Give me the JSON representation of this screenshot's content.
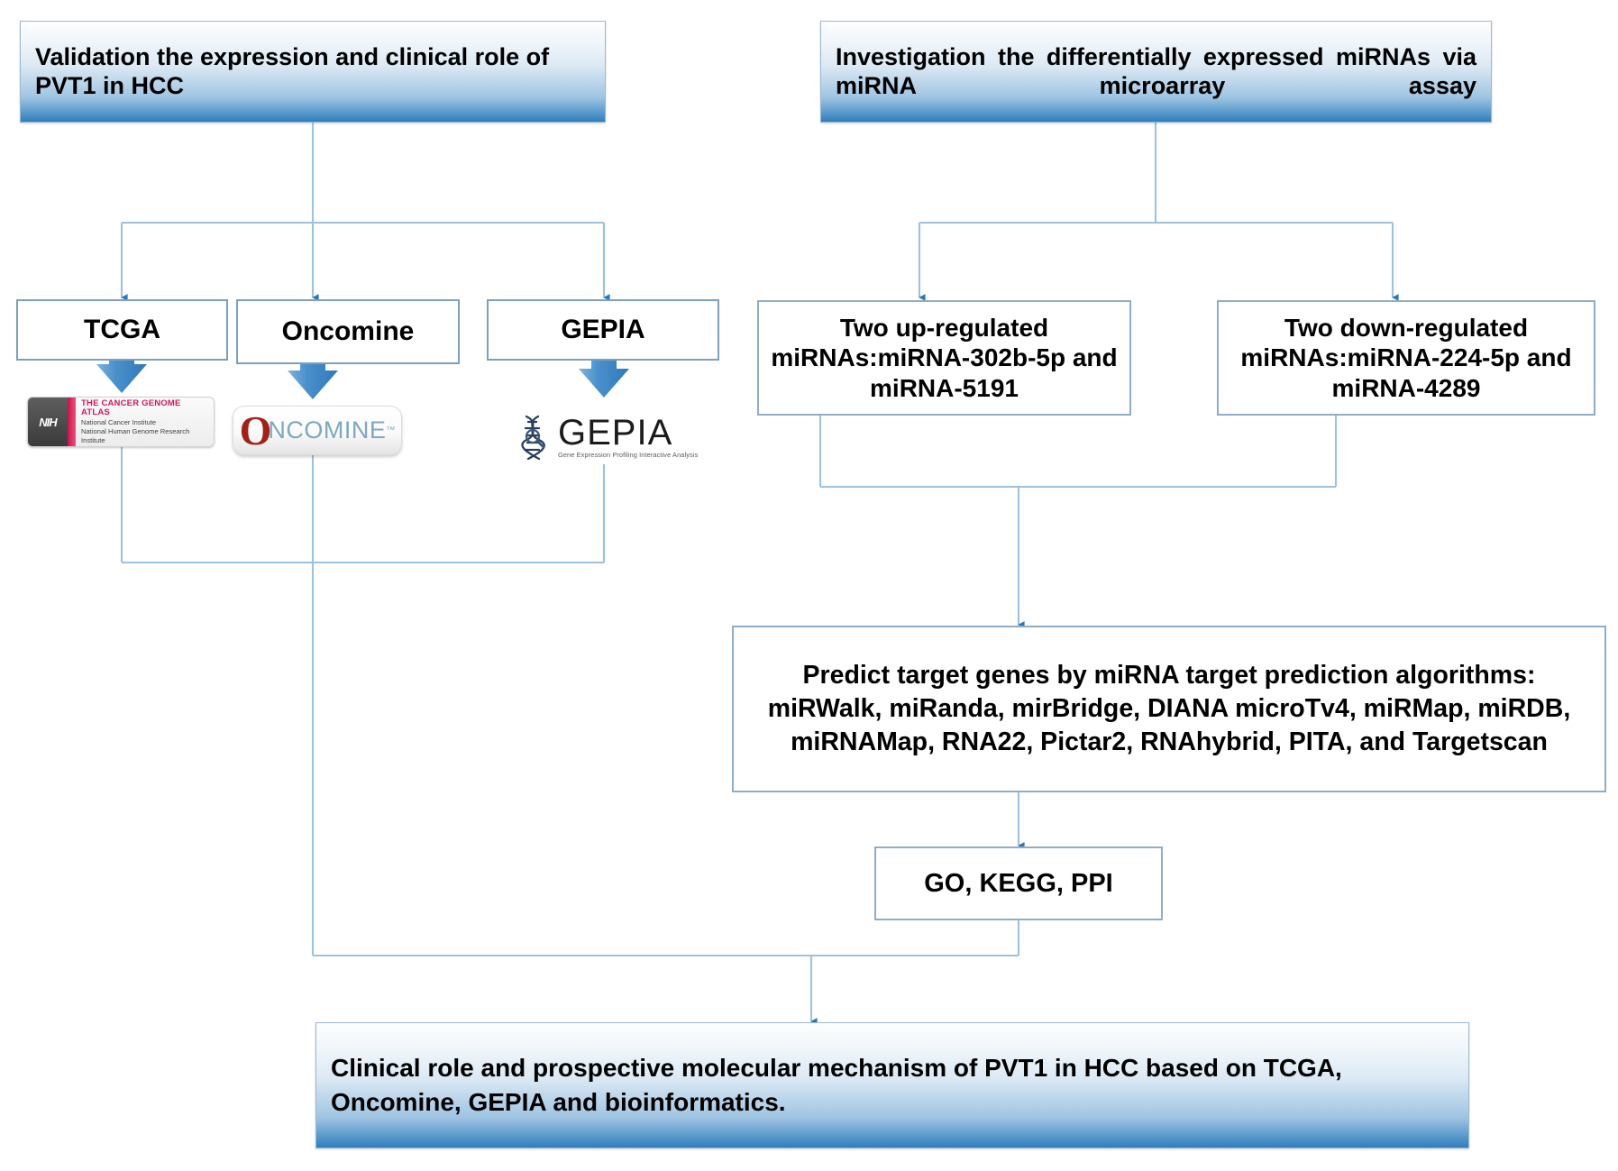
{
  "diagram": {
    "title": "Study workflow flowchart for PVT1 in HCC",
    "accent_line_color": "#9cc2de",
    "accent_arrow_color": "#2e75b6",
    "banner_border_color": "#9fb8cf",
    "box_border_color": "#7d9fbf",
    "banner_gradient_top": "#fdfefe",
    "banner_gradient_bottom": "#2e7ebd",
    "thick_arrow_color": "#3f87c6"
  },
  "nodes": {
    "validation_header": "Validation the expression and clinical role of PVT1 in HCC",
    "investigation_header": "Investigation the differentially expressed miRNAs via miRNA microarray assay",
    "tcga": "TCGA",
    "oncomine": "Oncomine",
    "gepia": "GEPIA",
    "up_regulated": "Two up-regulated miRNAs:miRNA-302b-5p and miRNA-5191",
    "down_regulated": "Two down-regulated miRNAs:miRNA-224-5p and miRNA-4289",
    "predict_targets": "Predict target genes by miRNA target prediction algorithms: miRWalk, miRanda, mirBridge, DIANA microTv4, miRMap, miRDB, miRNAMap, RNA22, Pictar2, RNAhybrid, PITA, and Targetscan",
    "enrichment": "GO, KEGG, PPI",
    "conclusion": "Clinical role and prospective molecular mechanism of PVT1 in HCC based on TCGA, Oncomine, GEPIA and bioinformatics."
  },
  "logos": {
    "tcga": {
      "nih_mark": "NIH",
      "title": "THE CANCER GENOME ATLAS",
      "line1": "National Cancer Institute",
      "line2": "National Human Genome Research Institute",
      "title_color": "#d6175a"
    },
    "oncomine": {
      "initial": "O",
      "word": "NCOMINE",
      "trademark": "™",
      "initial_color": "#a02116",
      "word_color": "#7fa8bd"
    },
    "gepia": {
      "word": "GEPIA",
      "subtitle": "Gene Expression Profiling Interactive Analysis",
      "word_color": "#1b1b1b"
    }
  }
}
